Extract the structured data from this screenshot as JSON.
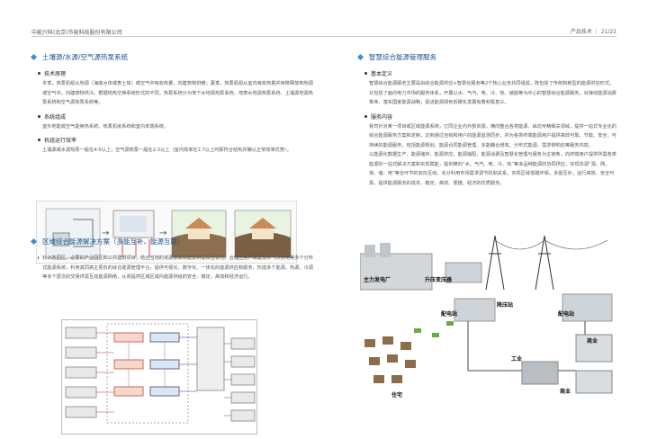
{
  "header": {
    "company": "中能兴科(北京)节能科技股份有限公司",
    "section": "产品技术",
    "page": "21/22"
  },
  "left": {
    "title1": "土壤源/水源/空气源热泵系统",
    "sub1": "技术原理",
    "p1": "冬季，热泵机组从地源（海底水体或表土体）或空气中吸收热量，向建筑物供暖；夏季，热泵机组从室内吸收热量并转移释放到地源或空气中，向建筑物供冷。根据地热交换系统形式的不同，热泵系统分为地下水地源热泵系统、地表水地源热泵系统、土壤源地源热泵系统和空气源热泵系统等。",
    "sub2": "系统组成",
    "p2": "室外地能或空气能换热系统、热泵机房系统和室内末端系统。",
    "sub3": "机组运行效率",
    "p3": "土壤源或水源热泵一般在4-5以上；空气源热泵一般在2-3以上（室内效率在2.7以上时即符合结构并确认正常效率优势）。",
    "title2": "区域综合能源解决方案（多能互补、能源互联）",
    "p4": "针对各园区、必要的产业园区和公共建筑项目，结合当地的资源禀赋和能源供需综合状况，合理应用户端建设水气冷热电等多个分布式能源系统，利用其同高主原负的综合能源管理平台，提供可视化、数字化、一体化的能源供应和服务，形成多个能源、热源、冷源等多个层次的交易供需互动能源网络，从而提供区域区域内能源供给的安全、稳定、高效和经济运行。"
  },
  "right": {
    "title": "智慧综合能源管理服务",
    "sub1": "基本定义",
    "p1": "智慧综合能源服务主要是由综合能源供应+智慧化服务等2个核心业务共同组成，既包括了传统和新型的能源供应形式，又包括了面向电力市场的服务体系，开展以水、气汽、电、冷、热、储能等为中心的智慧综合能源服务，对接动能源消费革命、落实国家能源战略，促进能源绿色低碳化发展有着积极意义。",
    "sub2": "服务内容",
    "p2": "我司针对某一项目或区域能源系统，它同企业内外部资源，横向整合各类能源、纵向专精细关领域，提供一站式专业化的综合能源服务方案和定制，达到通过自有和用户的能源监测同步，并为各类终端能源用户提供高效可靠、节能、安全、可持续的能源服务，包括能源规划、能源合同能源管理、多能耦合增效、分布式能源、需求侧响应等服务内容。",
    "p3": "以能源化数据生产、能源储存、能源供应、能源输配、能源消费及智慧化管理与服务为主链条，向终端用户提供所需各类能源的一站式解决方案和实现赋能，提供横向“水、气汽、电、冷、热”等多品种能源的协同供应，实现协调“源、网、荷、储、用”等全环节的双向互动，充分利用市场需求调节机制关系，实现区域低碳环保，多能互补，运行高效、安全可靠，提供能源服务的成本、稳定、高效、便捷、经济的优质服务。"
  },
  "labels": {
    "arrow_right": "→",
    "power_plant": "主力发电厂",
    "substation": "升压变压器",
    "step_down": "降压站",
    "dist1": "配电站",
    "dist2": "配电站",
    "commerce1": "商业",
    "industry": "工业",
    "residential": "住宅",
    "commerce2": "商业"
  },
  "colors": {
    "accent": "#1a4f8a",
    "diamond": "#3b8fd6"
  }
}
